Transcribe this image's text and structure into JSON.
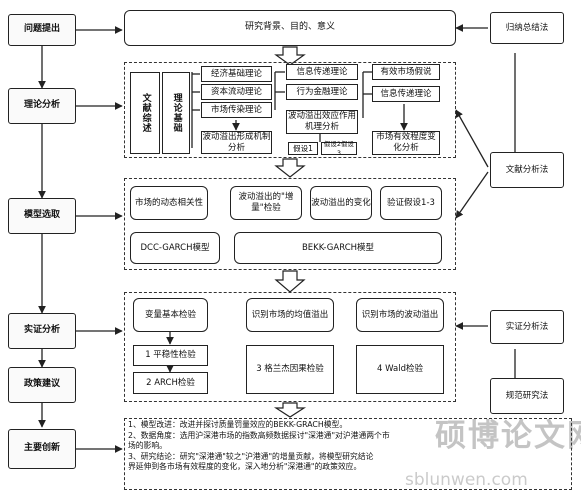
{
  "stages": [
    "问题提出",
    "理论分析",
    "模型选取",
    "实证分析",
    "政策建议",
    "主要创新"
  ],
  "methods": [
    "归纳总结法",
    "文献分析法",
    "实证分析法",
    "规范研究法"
  ],
  "background": "研究背景、目的、意义",
  "theory": {
    "lit_review": "文献综述",
    "theory_basis": "理论基础",
    "col1": [
      "经济基础理论",
      "资本流动理论",
      "市场传染理论"
    ],
    "col2": [
      "信息传递理论",
      "行为金融理论"
    ],
    "col3": [
      "有效市场假说",
      "信息传递理论"
    ],
    "mechanism": "波动溢出形成机制分析",
    "spillover_effect": "波动溢出效应作用机理分析",
    "hypo1": "假设1",
    "hypo23": "假设2假设3",
    "market_change": "市场有效程度变化分析"
  },
  "model": {
    "items": [
      "市场的动态相关性",
      "波动溢出的\"增量\"检验",
      "波动溢出的变化",
      "验证假设1-3"
    ],
    "dcc": "DCC-GARCH模型",
    "bekk": "BEKK-GARCH模型"
  },
  "empirical": {
    "basic": "变量基本检验",
    "mean_spill": "识别市场的均值溢出",
    "vol_spill": "识别市场的波动溢出",
    "stationary": "1 平稳性检验",
    "arch": "2 ARCH检验",
    "granger": "3 格兰杰因果检验",
    "wald": "4 Wald检验"
  },
  "innovations": [
    "1、模型改进：改进并探讨质量罚量效应的BEKK-GRACH模型。",
    "2、数据角度：选用沪深港市场的指数高频数据探讨\"深港通\"对沪港通两个市",
    "场的影响。",
    "3、研究结论：研究\"深港通\"较之\"沪港通\"的增量贡献，将模型研究结论",
    "界延伸到各市场有效程度的变化，深入地分析\"深港通\"的政策效应。"
  ],
  "watermark": {
    "cn": "硕博论文网",
    "url": "sblunwen.com"
  }
}
